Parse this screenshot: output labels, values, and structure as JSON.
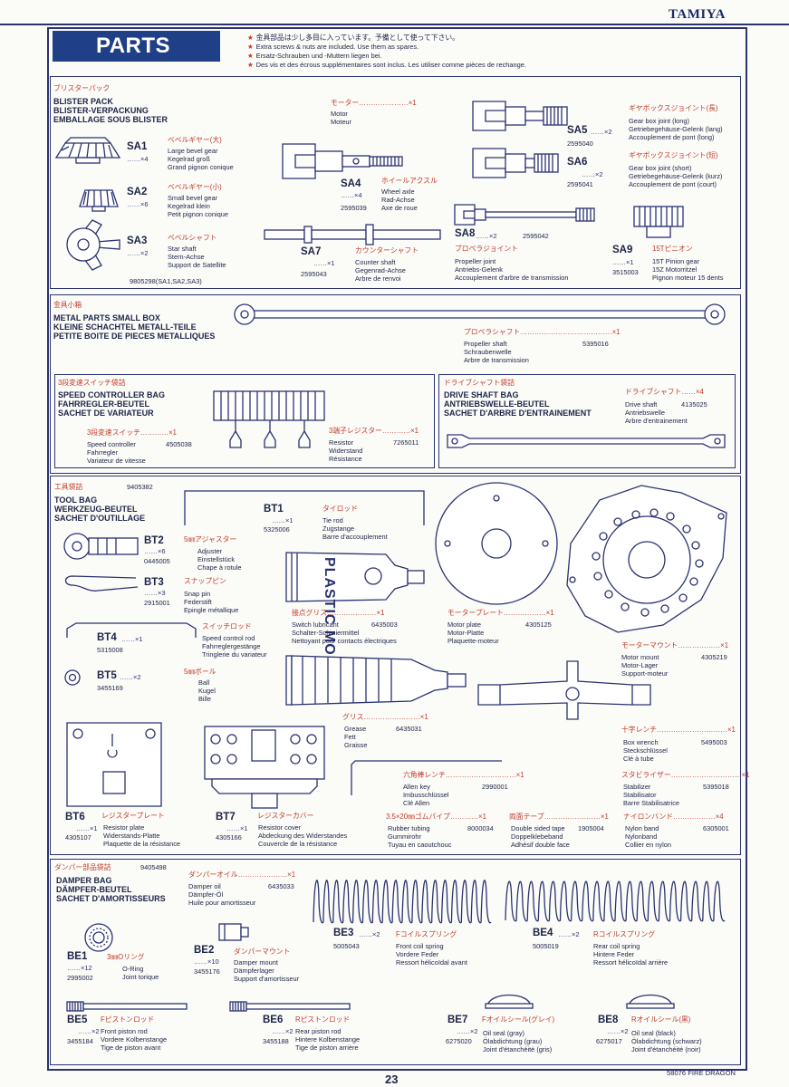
{
  "brand": "TAMIYA",
  "header": {
    "title": "PARTS",
    "notes": [
      "金具部品は少し多目に入っています。予備として使って下さい。",
      "Extra screws & nuts are included. Use them as spares.",
      "Ersatz-Schrauben und -Muttern liegen bei.",
      "Des vis et des écrous supplémentaires sont inclus. Les utiliser comme pièces de rechange."
    ]
  },
  "blister": {
    "jp": "ブリスターパック",
    "en": "BLISTER PACK",
    "de": "BLISTER-VERPACKUNG",
    "fr": "EMBALLAGE SOUS BLISTER",
    "pn": "9805298(SA1,SA2,SA3)",
    "parts": [
      {
        "code": "SA1",
        "qty": "……×4",
        "jp": "ベベルギヤー(大)",
        "en": "Large bevel gear",
        "de": "Kegelrad groß",
        "fr": "Grand pignon conique",
        "pn": ""
      },
      {
        "code": "SA2",
        "qty": "……×6",
        "jp": "ベベルギヤー(小)",
        "en": "Small bevel gear",
        "de": "Kegelrad klein",
        "fr": "Petit pignon conique",
        "pn": ""
      },
      {
        "code": "SA3",
        "qty": "……×2",
        "jp": "ベベルシャフト",
        "en": "Star shaft",
        "de": "Stern-Achse",
        "fr": "Support de Satellite",
        "pn": ""
      },
      {
        "code": "SA4",
        "qty": "……×4",
        "jp": "ホイールアクスル",
        "en": "Wheel axle",
        "de": "Rad-Achse",
        "fr": "Axe de roue",
        "pn": "2595039"
      },
      {
        "code": "SA5",
        "qty": "……×2",
        "jp": "ギヤボックスジョイント(長)",
        "en": "Gear box joint (long)",
        "de": "Getriebegehäuse-Gelenk (lang)",
        "fr": "Accouplement de pont (long)",
        "pn": "2595040"
      },
      {
        "code": "SA6",
        "qty": "……×2",
        "jp": "ギヤボックスジョイント(短)",
        "en": "Gear box joint (short)",
        "de": "Getriebegehäuse-Gelenk (kurz)",
        "fr": "Accouplement de pont (court)",
        "pn": "2595041"
      },
      {
        "code": "SA7",
        "qty": "……×1",
        "jp": "カウンターシャフト",
        "en": "Counter shaft",
        "de": "Gegenrad-Achse",
        "fr": "Arbre de renvoi",
        "pn": "2595043"
      },
      {
        "code": "SA8",
        "qty": "……×2",
        "jp": "プロペラジョイント",
        "en": "Propeller joint",
        "de": "Antriebs-Gelenk",
        "fr": "Accouplement d'arbre de transmission",
        "pn": "2595042"
      },
      {
        "code": "SA9",
        "qty": "……×1",
        "jp": "15Tピニオン",
        "en": "15T Pinion gear",
        "de": "15Z Motorritzel",
        "fr": "Pignon moteur 15 dents",
        "pn": "3515003"
      }
    ],
    "motor": {
      "jp": "モーター…………………×1",
      "en": "Motor",
      "fr": "Moteur"
    }
  },
  "metal": {
    "jp": "金具小箱",
    "en": "METAL PARTS SMALL BOX",
    "de": "KLEINE SCHACHTEL METALL-TEILE",
    "fr": "PETITE BOITE DE PIECES METALLIQUES",
    "item": {
      "jp": "プロペラシャフト…………………………………×1",
      "en": "Propeller shaft",
      "de": "Schraubenwelle",
      "fr": "Arbre de transmission",
      "pn": "5395016"
    }
  },
  "speed": {
    "jp": "3段変速スイッチ袋詰",
    "en": "SPEED CONTROLLER BAG",
    "de": "FAHRREGLER-BEUTEL",
    "fr": "SACHET DE VARIATEUR",
    "controller": {
      "jp": "3段変速スイッチ…………×1",
      "en": "Speed controller",
      "de": "Fahrregler",
      "fr": "Variateur de vitesse",
      "pn": "4505038"
    },
    "resistor": {
      "jp": "3端子レジスター…………×1",
      "en": "Resistor",
      "de": "Widerstand",
      "fr": "Résistance",
      "pn": "7265011"
    }
  },
  "drive": {
    "jp": "ドライブシャフト袋詰",
    "en": "DRIVE SHAFT BAG",
    "de": "ANTRIEBSWELLE-BEUTEL",
    "fr": "SACHET D'ARBRE D'ENTRAINEMENT",
    "item": {
      "jp": "ドライブシャフト……×4",
      "en": "Drive shaft",
      "de": "Antriebswelle",
      "fr": "Arbre d'entrainement",
      "pn": "4135025"
    }
  },
  "tool": {
    "jp": "工具袋詰",
    "pn": "9405382",
    "en": "TOOL BAG",
    "de": "WERKZEUG-BEUTEL",
    "fr": "SACHET D'OUTILLAGE",
    "bt1": {
      "code": "BT1",
      "qty": "……×1",
      "pn": "5325006",
      "jp": "タイロッド",
      "en": "Tie rod",
      "de": "Zugstange",
      "fr": "Barre d'accouplement"
    },
    "bt2": {
      "code": "BT2",
      "qty": "……×6",
      "pn": "0445005",
      "jp": "5㎜アジャスター",
      "en": "Adjuster",
      "de": "Einstellstück",
      "fr": "Chape à rotule"
    },
    "bt3": {
      "code": "BT3",
      "qty": "……×3",
      "pn": "2915001",
      "jp": "スナップピン",
      "en": "Snap pin",
      "de": "Federstift",
      "fr": "Epingle métallique"
    },
    "bt4": {
      "code": "BT4",
      "qty": "……×1",
      "pn": "5315008",
      "jp": "スイッチロッド",
      "en": "Speed control rod",
      "de": "Fahrreglergestänge",
      "fr": "Tringlerie du variateur"
    },
    "bt5": {
      "code": "BT5",
      "qty": "……×2",
      "pn": "3455169",
      "jp": "5㎜ボール",
      "en": "Ball",
      "de": "Kugel",
      "fr": "Bille"
    },
    "bt6": {
      "code": "BT6",
      "qty": "……×1",
      "pn": "4305107",
      "jp": "レジスタープレート",
      "en": "Resistor plate",
      "de": "Widerstands-Platte",
      "fr": "Plaquette de la résistance"
    },
    "bt7": {
      "code": "BT7",
      "qty": "……×1",
      "pn": "4305166",
      "jp": "レジスターカバー",
      "en": "Resistor cover",
      "de": "Abdeckung des Widerstandes",
      "fr": "Couvercle de la résistance"
    },
    "lube": {
      "jp": "接点グリス…………………×1",
      "en": "Switch lubricant",
      "de": "Schalter-Schmiermittel",
      "fr": "Nettoyant pour contacts électriques",
      "pn": "6435003"
    },
    "tube_label": "PLASTIC MO",
    "motor_plate": {
      "jp": "モータープレート………………×1",
      "en": "Motor plate",
      "de": "Motor-Platte",
      "fr": "Plaquette-moteur",
      "pn": "4305125"
    },
    "motor_mount": {
      "jp": "モーターマウント………………×1",
      "en": "Motor mount",
      "de": "Motor-Lager",
      "fr": "Support-moteur",
      "pn": "4305219"
    },
    "grease": {
      "jp": "グリス……………………×1",
      "en": "Grease",
      "de": "Fett",
      "fr": "Graisse",
      "pn": "6435031"
    },
    "box_wrench": {
      "jp": "十字レンチ…………………………×1",
      "en": "Box wrench",
      "de": "Steckschlüssel",
      "fr": "Clé à tube",
      "pn": "5495003"
    },
    "allen": {
      "jp": "六角棒レンチ…………………………×1",
      "en": "Allen key",
      "de": "Imbusschlüssel",
      "fr": "Clé Allen",
      "pn": "2990001"
    },
    "stabilizer": {
      "jp": "スタビライザー…………………………×1",
      "en": "Stabilizer",
      "de": "Stabilisator",
      "fr": "Barre Stabilisatrice",
      "pn": "5395018"
    },
    "rubber": {
      "jp": "3.5×20㎜ゴムパイプ…………×1",
      "en": "Rubber tubing",
      "de": "Gummirohr",
      "fr": "Tuyau en caoutchouc",
      "pn": "8000034"
    },
    "tape": {
      "jp": "両面テープ……………………×1",
      "en": "Double sided tape",
      "de": "Doppelklebeband",
      "fr": "Adhésif double face",
      "pn": "1905004"
    },
    "nylon": {
      "jp": "ナイロンバンド………………×4",
      "en": "Nylon band",
      "de": "Nylonband",
      "fr": "Collier en nylon",
      "pn": "6305001"
    }
  },
  "damper": {
    "jp": "ダンパー部品袋詰",
    "pn": "9405498",
    "en": "DAMPER BAG",
    "de": "DÄMPFER-BEUTEL",
    "fr": "SACHET D'AMORTISSEURS",
    "oil": {
      "jp": "ダンパーオイル…………………×1",
      "en": "Damper oil",
      "de": "Dämpfer-Öl",
      "fr": "Huile pour amortisseur",
      "pn": "6435033"
    },
    "be1": {
      "code": "BE1",
      "qty": "……×12",
      "pn": "2995002",
      "jp": "3㎜Oリング",
      "en": "O-Ring",
      "de": "Joint torique"
    },
    "be2": {
      "code": "BE2",
      "qty": "……×10",
      "pn": "3455176",
      "jp": "ダンパーマウント",
      "en": "Damper mount",
      "de": "Dämpferlager",
      "fr": "Support d'amortisseur"
    },
    "be3": {
      "code": "BE3",
      "qty": "……×2",
      "pn": "5005043",
      "jp": "Fコイルスプリング",
      "en": "Front coil spring",
      "de": "Vordere Feder",
      "fr": "Ressort hélicoïdal avant"
    },
    "be4": {
      "code": "BE4",
      "qty": "……×2",
      "pn": "5005019",
      "jp": "Rコイルスプリング",
      "en": "Rear coil spring",
      "de": "Hintere Feder",
      "fr": "Ressort hélicoïdal arrière"
    },
    "be5": {
      "code": "BE5",
      "qty": "……×2",
      "pn": "3455184",
      "jp": "Fピストンロッド",
      "en": "Front piston rod",
      "de": "Vordere Kolbenstange",
      "fr": "Tige de piston avant"
    },
    "be6": {
      "code": "BE6",
      "qty": "……×2",
      "pn": "3455188",
      "jp": "Rピストンロッド",
      "en": "Rear piston rod",
      "de": "Hintere Kolbenstange",
      "fr": "Tige de piston arrière"
    },
    "be7": {
      "code": "BE7",
      "qty": "……×2",
      "pn": "6275020",
      "jp": "Fオイルシール(グレイ)",
      "en": "Oil seal (gray)",
      "de": "Ölabdichtung (grau)",
      "fr": "Joint d'étanchéité (gris)"
    },
    "be8": {
      "code": "BE8",
      "qty": "……×2",
      "pn": "6275017",
      "jp": "Rオイルシール(黒)",
      "en": "Oil seal (black)",
      "de": "Ölabdichtung (schwarz)",
      "fr": "Joint d'étanchéité (noir)"
    }
  },
  "footer": {
    "page": "23",
    "model": "58076 FIRE DRAGON"
  }
}
